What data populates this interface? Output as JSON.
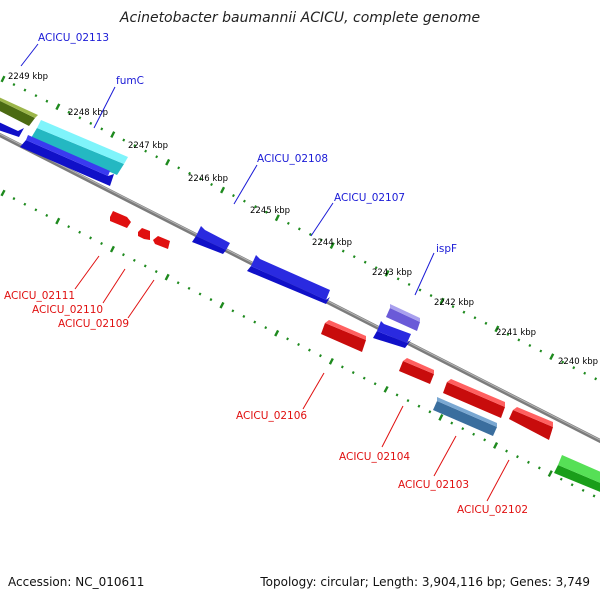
{
  "title": "Acinetobacter baumannii ACICU, complete genome",
  "footer": {
    "accession": "Accession: NC_010611",
    "summary": "Topology: circular; Length: 3,904,116 bp; Genes: 3,749"
  },
  "ruler": [
    "2249 kbp",
    "2248 kbp",
    "2247 kbp",
    "2246 kbp",
    "2245 kbp",
    "2244 kbp",
    "2243 kbp",
    "2242 kbp",
    "2241 kbp",
    "2240 kbp"
  ],
  "forward_labels": [
    "ACICU_02113",
    "fumC",
    "ACICU_02108",
    "ACICU_02107",
    "ispF"
  ],
  "reverse_labels": [
    "ACICU_02111",
    "ACICU_02110",
    "ACICU_02109",
    "ACICU_02106",
    "ACICU_02104",
    "ACICU_02103",
    "ACICU_02102"
  ],
  "colors": {
    "forward_label": "#1a1ad6",
    "reverse_label": "#e01010",
    "tick": "#1e8a1e",
    "backbone": "#8a8a8a"
  }
}
